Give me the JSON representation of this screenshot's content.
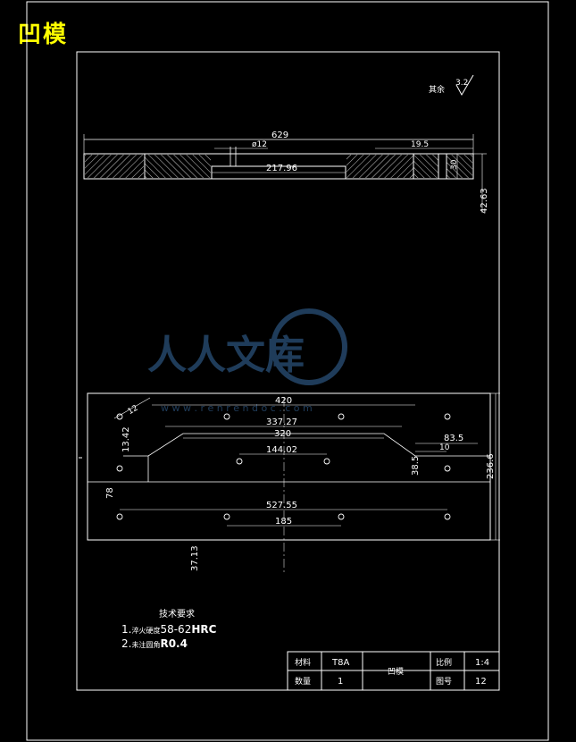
{
  "title": "凹模",
  "roughness": {
    "label": "其余",
    "value": "3.2"
  },
  "watermark": {
    "text": "人人文库",
    "url": "w w w . r e n r e n d o c . c o m"
  },
  "top_view_dims": {
    "overall": "629",
    "hole": "ø12",
    "edge": "19.5",
    "cavity": "217.96",
    "step": "30",
    "height": "42.63"
  },
  "plan_view_dims": {
    "d420": "420",
    "d33727": "337.27",
    "d320": "320",
    "d14402": "144.02",
    "d83_5": "83.5",
    "d10": "10",
    "d38_5": "38.5",
    "d13_42": "13.42",
    "d78": "78",
    "d52755": "527.55",
    "d185": "185",
    "d37_13": "37.13",
    "d236_6": "236.6",
    "d12_slant": "12"
  },
  "tech_requirements": {
    "heading": "技术要求",
    "item1_prefix": "1.",
    "item1_text": "淬火硬度",
    "item1_value": "58-62",
    "item1_unit": "HRC",
    "item2_prefix": "2.",
    "item2_text": "未注圆角",
    "item2_value": "R0.4"
  },
  "title_block": {
    "material_label": "材料",
    "material_value": "T8A",
    "quantity_label": "数量",
    "quantity_value": "1",
    "part_name": "凹模",
    "scale_label": "比例",
    "scale_value": "1:4",
    "drawing_no_label": "图号",
    "drawing_no_value": "12"
  }
}
